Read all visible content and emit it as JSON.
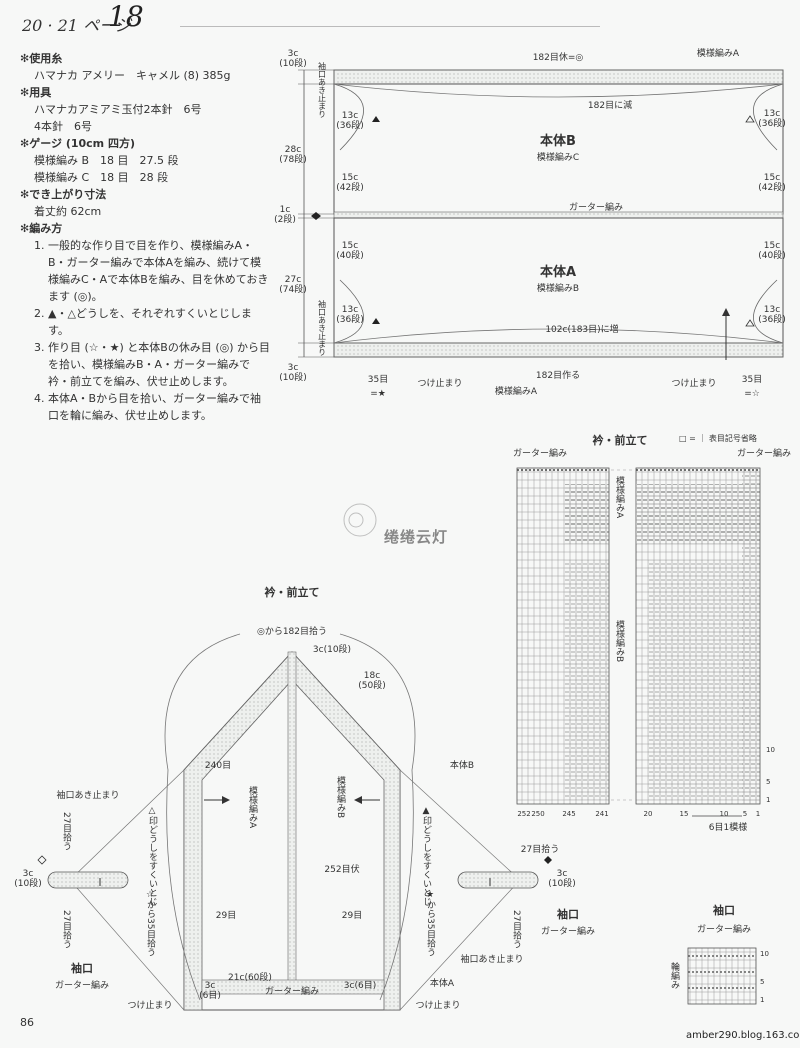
{
  "header": {
    "pages": "20 · 21 ページ",
    "number": "18"
  },
  "spec": {
    "yarn_h": "✻使用糸",
    "yarn": "ハマナカ アメリー　キャメル (8) 385g",
    "tools_h": "✻用具",
    "tools_1": "ハマナカアミアミ玉付2本針　6号",
    "tools_2": "4本針　6号",
    "gauge_h": "✻ゲージ (10cm 四方)",
    "gauge_1": "模様編み B　18 目　27.5 段",
    "gauge_2": "模様編み C　18 目　28 段",
    "size_h": "✻でき上がり寸法",
    "size_1": "着丈約 62cm",
    "method_h": "✻編み方",
    "step1": "1. 一般的な作り目で目を作り、模様編みA・B・ガーター編みで本体Aを編み、続けて模様編みC・Aで本体Bを編み、目を休めておきます (◎)。",
    "step2": "2. ▲・△どうしを、それぞれすくいとじします。",
    "step3": "3. 作り目 (☆・★) と本体Bの休み目 (◎) から目を拾い、模様編みB・A・ガーター編みで衿・前立てを編み、伏せ止めします。",
    "step4": "4. 本体A・Bから目を拾い、ガーター編みで袖口を輪に編み、伏せ止めします。"
  },
  "body_diagram": {
    "body_b": "本体B",
    "body_b_sub": "模様編みC",
    "body_a": "本体A",
    "body_a_sub": "模様編みB",
    "top_pattern": "模様編みA",
    "top_count": "182目休=◎",
    "dec": "182目に減",
    "garter": "ガーター編み",
    "inc": "102c(183目)に増",
    "cast_on": "182目作る",
    "bottom_pattern": "模様編みA",
    "attach_l": "つけ止まり",
    "attach_r": "つけ止まり",
    "l_35": "35目",
    "l_star": "=★",
    "r_35": "35目",
    "r_star": "=☆",
    "sleeve_stop_top": "袖口あき止まり",
    "sleeve_stop_bot": "袖口あき止まり",
    "d_3c_top": "3c",
    "d_10r_top": "(10段)",
    "d_28c": "28c",
    "d_78r": "(78段)",
    "d_1c": "1c",
    "d_2r": "(2段)",
    "d_27c": "27c",
    "d_74r": "(74段)",
    "d_3c_bot": "3c",
    "d_10r_bot": "(10段)",
    "l13a": "13c",
    "l13a_r": "(36段)",
    "l15a": "15c",
    "l15a_r": "(42段)",
    "l15b": "15c",
    "l15b_r": "(40段)",
    "l13b": "13c",
    "l13b_r": "(36段)",
    "r13a": "13c",
    "r13a_r": "(36段)",
    "r15a": "15c",
    "r15a_r": "(42段)",
    "r15b": "15c",
    "r15b_r": "(40段)",
    "r13b": "13c",
    "r13b_r": "(36段)"
  },
  "chart": {
    "title": "衿・前立て",
    "legend": "□ = ｜ 表目記号省略",
    "garter_l": "ガーター編み",
    "garter_r": "ガーター編み",
    "pat_a": "模様編みA",
    "pat_b": "模様編みB",
    "x_labels": [
      "252",
      "250",
      "245",
      "241",
      "20",
      "15",
      "10",
      "5",
      "1"
    ],
    "y_labels": [
      "10",
      "5",
      "1"
    ],
    "repeat": "6目1模様"
  },
  "collar": {
    "title": "衿・前立て",
    "top": "◎から182目拾う",
    "c3_10": "3c(10段)",
    "c18": "18c",
    "c50": "(50段)",
    "r240": "240目",
    "pat_a": "模様編みA",
    "pat_b": "模様編みB",
    "body_b": "本体B",
    "r252": "252目伏",
    "r29l": "29目",
    "r29r": "29目",
    "note_l": "△印どうしをすくいとじ",
    "note_r": "▲印どうしをすくいとじ",
    "star_l": "☆から35目拾う",
    "star_r": "★から35目拾う",
    "c21": "21c(60段)",
    "garter": "ガーター編み",
    "c3_6l": "3c",
    "c3_6l_r": "(6目)",
    "c3_6r": "3c(6目)",
    "attach_l": "つけ止まり",
    "attach_r": "つけ止まり",
    "body_a": "本体A",
    "sleeve_stop_l": "袖口あき止まり",
    "sleeve_stop_r": "袖口あき止まり",
    "l27a": "27目拾う",
    "l27b": "27目拾う",
    "r27a": "27目拾う",
    "r27b": "27目拾う",
    "cuff_l": "3c",
    "cuff_l_r": "(10段)",
    "cuff_r": "3c",
    "cuff_r_r": "(10段)",
    "sleeve_l": "袖口",
    "sleeve_l_sub": "ガーター編み",
    "sleeve_r": "袖口",
    "sleeve_r_sub": "ガーター編み"
  },
  "sleeve_chart": {
    "title": "袖口",
    "sub": "ガーター編み",
    "side": "輪編み",
    "y": [
      "10",
      "5",
      "1"
    ]
  },
  "watermark": "绻绻云灯",
  "page_number": "86",
  "site": "amber290.blog.163.com"
}
